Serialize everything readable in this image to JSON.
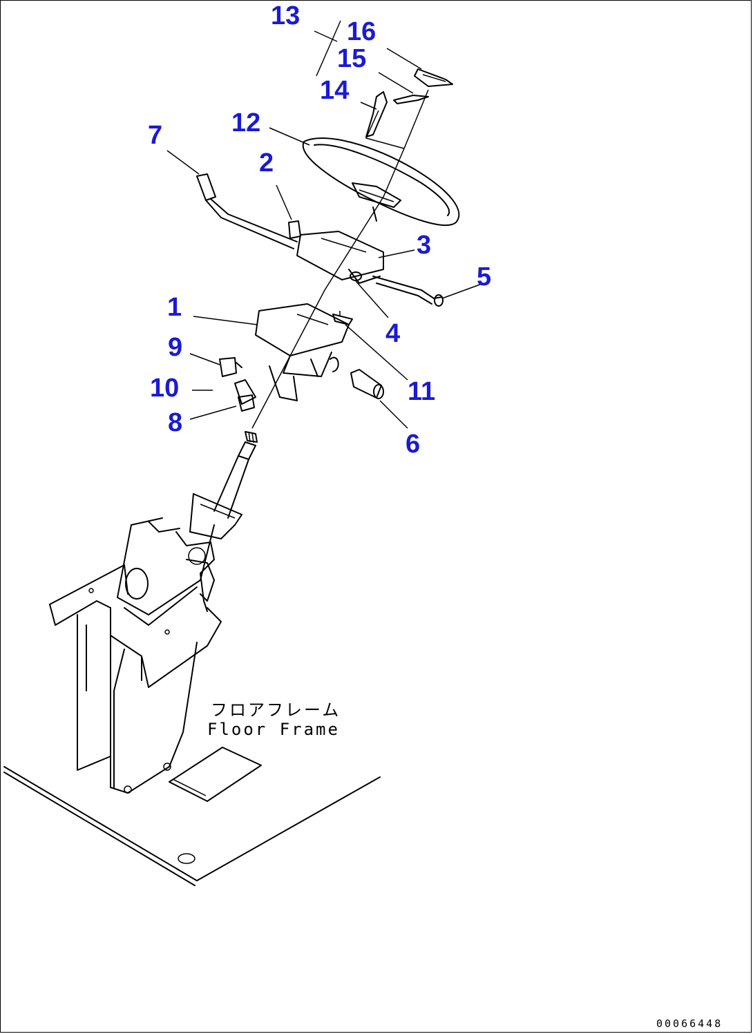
{
  "callouts": {
    "c1": "1",
    "c2": "2",
    "c3": "3",
    "c4": "4",
    "c5": "5",
    "c6": "6",
    "c7": "7",
    "c8": "8",
    "c9": "9",
    "c10": "10",
    "c11": "11",
    "c12": "12",
    "c13": "13",
    "c14": "14",
    "c15": "15",
    "c16": "16"
  },
  "caption": {
    "jp": "フロアフレーム",
    "en": "Floor Frame"
  },
  "doc_number": "00066448",
  "colors": {
    "callout": "#1a1ad6",
    "line": "#000000",
    "background": "#ffffff"
  }
}
